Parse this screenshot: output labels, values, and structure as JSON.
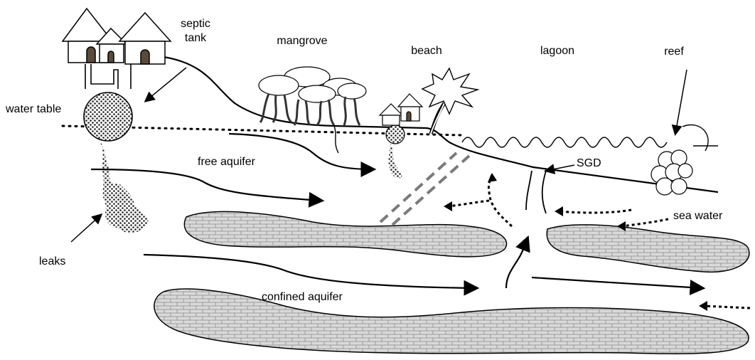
{
  "labels": {
    "septic_tank_line1": "septic",
    "septic_tank_line2": "tank",
    "mangrove": "mangrove",
    "beach": "beach",
    "lagoon": "lagoon",
    "reef": "reef",
    "water_table": "water table",
    "free_aquifer": "free aquifer",
    "sgd": "SGD",
    "sea_water": "sea water",
    "leaks": "leaks",
    "confined_aquifer": "confined aquifer"
  },
  "colors": {
    "rock_fill": "#d9d9d9",
    "rock_lines": "#8a8a8a",
    "line": "#000000",
    "dashed_pipe": "#7a7a7a",
    "door": "#5a4a3a"
  },
  "icons": [
    "house-icon",
    "mangrove-tree-icon",
    "palm-tree-icon",
    "coral-icon",
    "arrow-icon"
  ]
}
